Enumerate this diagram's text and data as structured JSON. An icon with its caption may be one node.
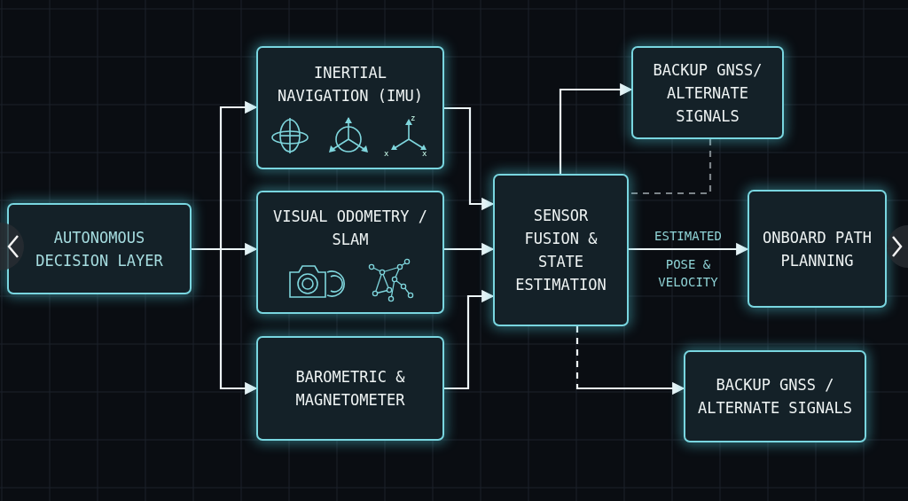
{
  "diagram": {
    "nodes": [
      {
        "text": [
          "AUTONOMOUS DECISION LAYER"
        ]
      },
      {
        "text": [
          "INERTIAL NAVIGATION (IMU)"
        ]
      },
      {
        "text": [
          "VISUAL ODOMETRY / SLAM"
        ]
      },
      {
        "text": [
          "BAROMETRIC & MAGNETOMETER"
        ]
      },
      {
        "text": [
          "SENSOR FUSION & STATE ESTIMATION"
        ]
      },
      {
        "text": [
          "BACKUP GNSS/ ALTERNATE SIGNALS"
        ]
      },
      {
        "text": [
          "ONBOARD PATH PLANNING"
        ]
      },
      {
        "text": [
          "BACKUP GNSS / ALTERNATE SIGNALS"
        ]
      }
    ],
    "edges": [
      {
        "from": 0,
        "to": 1,
        "arrow": "to"
      },
      {
        "from": 0,
        "to": 2,
        "arrow": "to"
      },
      {
        "from": 0,
        "to": 3,
        "arrow": "to"
      },
      {
        "from": 1,
        "to": 4,
        "arrow": "to"
      },
      {
        "from": 2,
        "to": 4,
        "arrow": "to"
      },
      {
        "from": 3,
        "to": 4,
        "arrow": "to"
      },
      {
        "from": 4,
        "to": 5,
        "arrow": "to"
      },
      {
        "from": 5,
        "to": 4,
        "arrow": "none",
        "style": "dashed",
        "color": "#7d8489"
      },
      {
        "from": 4,
        "to": 6,
        "arrow": "to",
        "label": "ESTIMATED POSE & VELOCITY"
      },
      {
        "from": 4,
        "to": 7,
        "arrow": "to",
        "style": "dashed"
      }
    ],
    "labels": [
      "z",
      "x",
      "x"
    ]
  }
}
